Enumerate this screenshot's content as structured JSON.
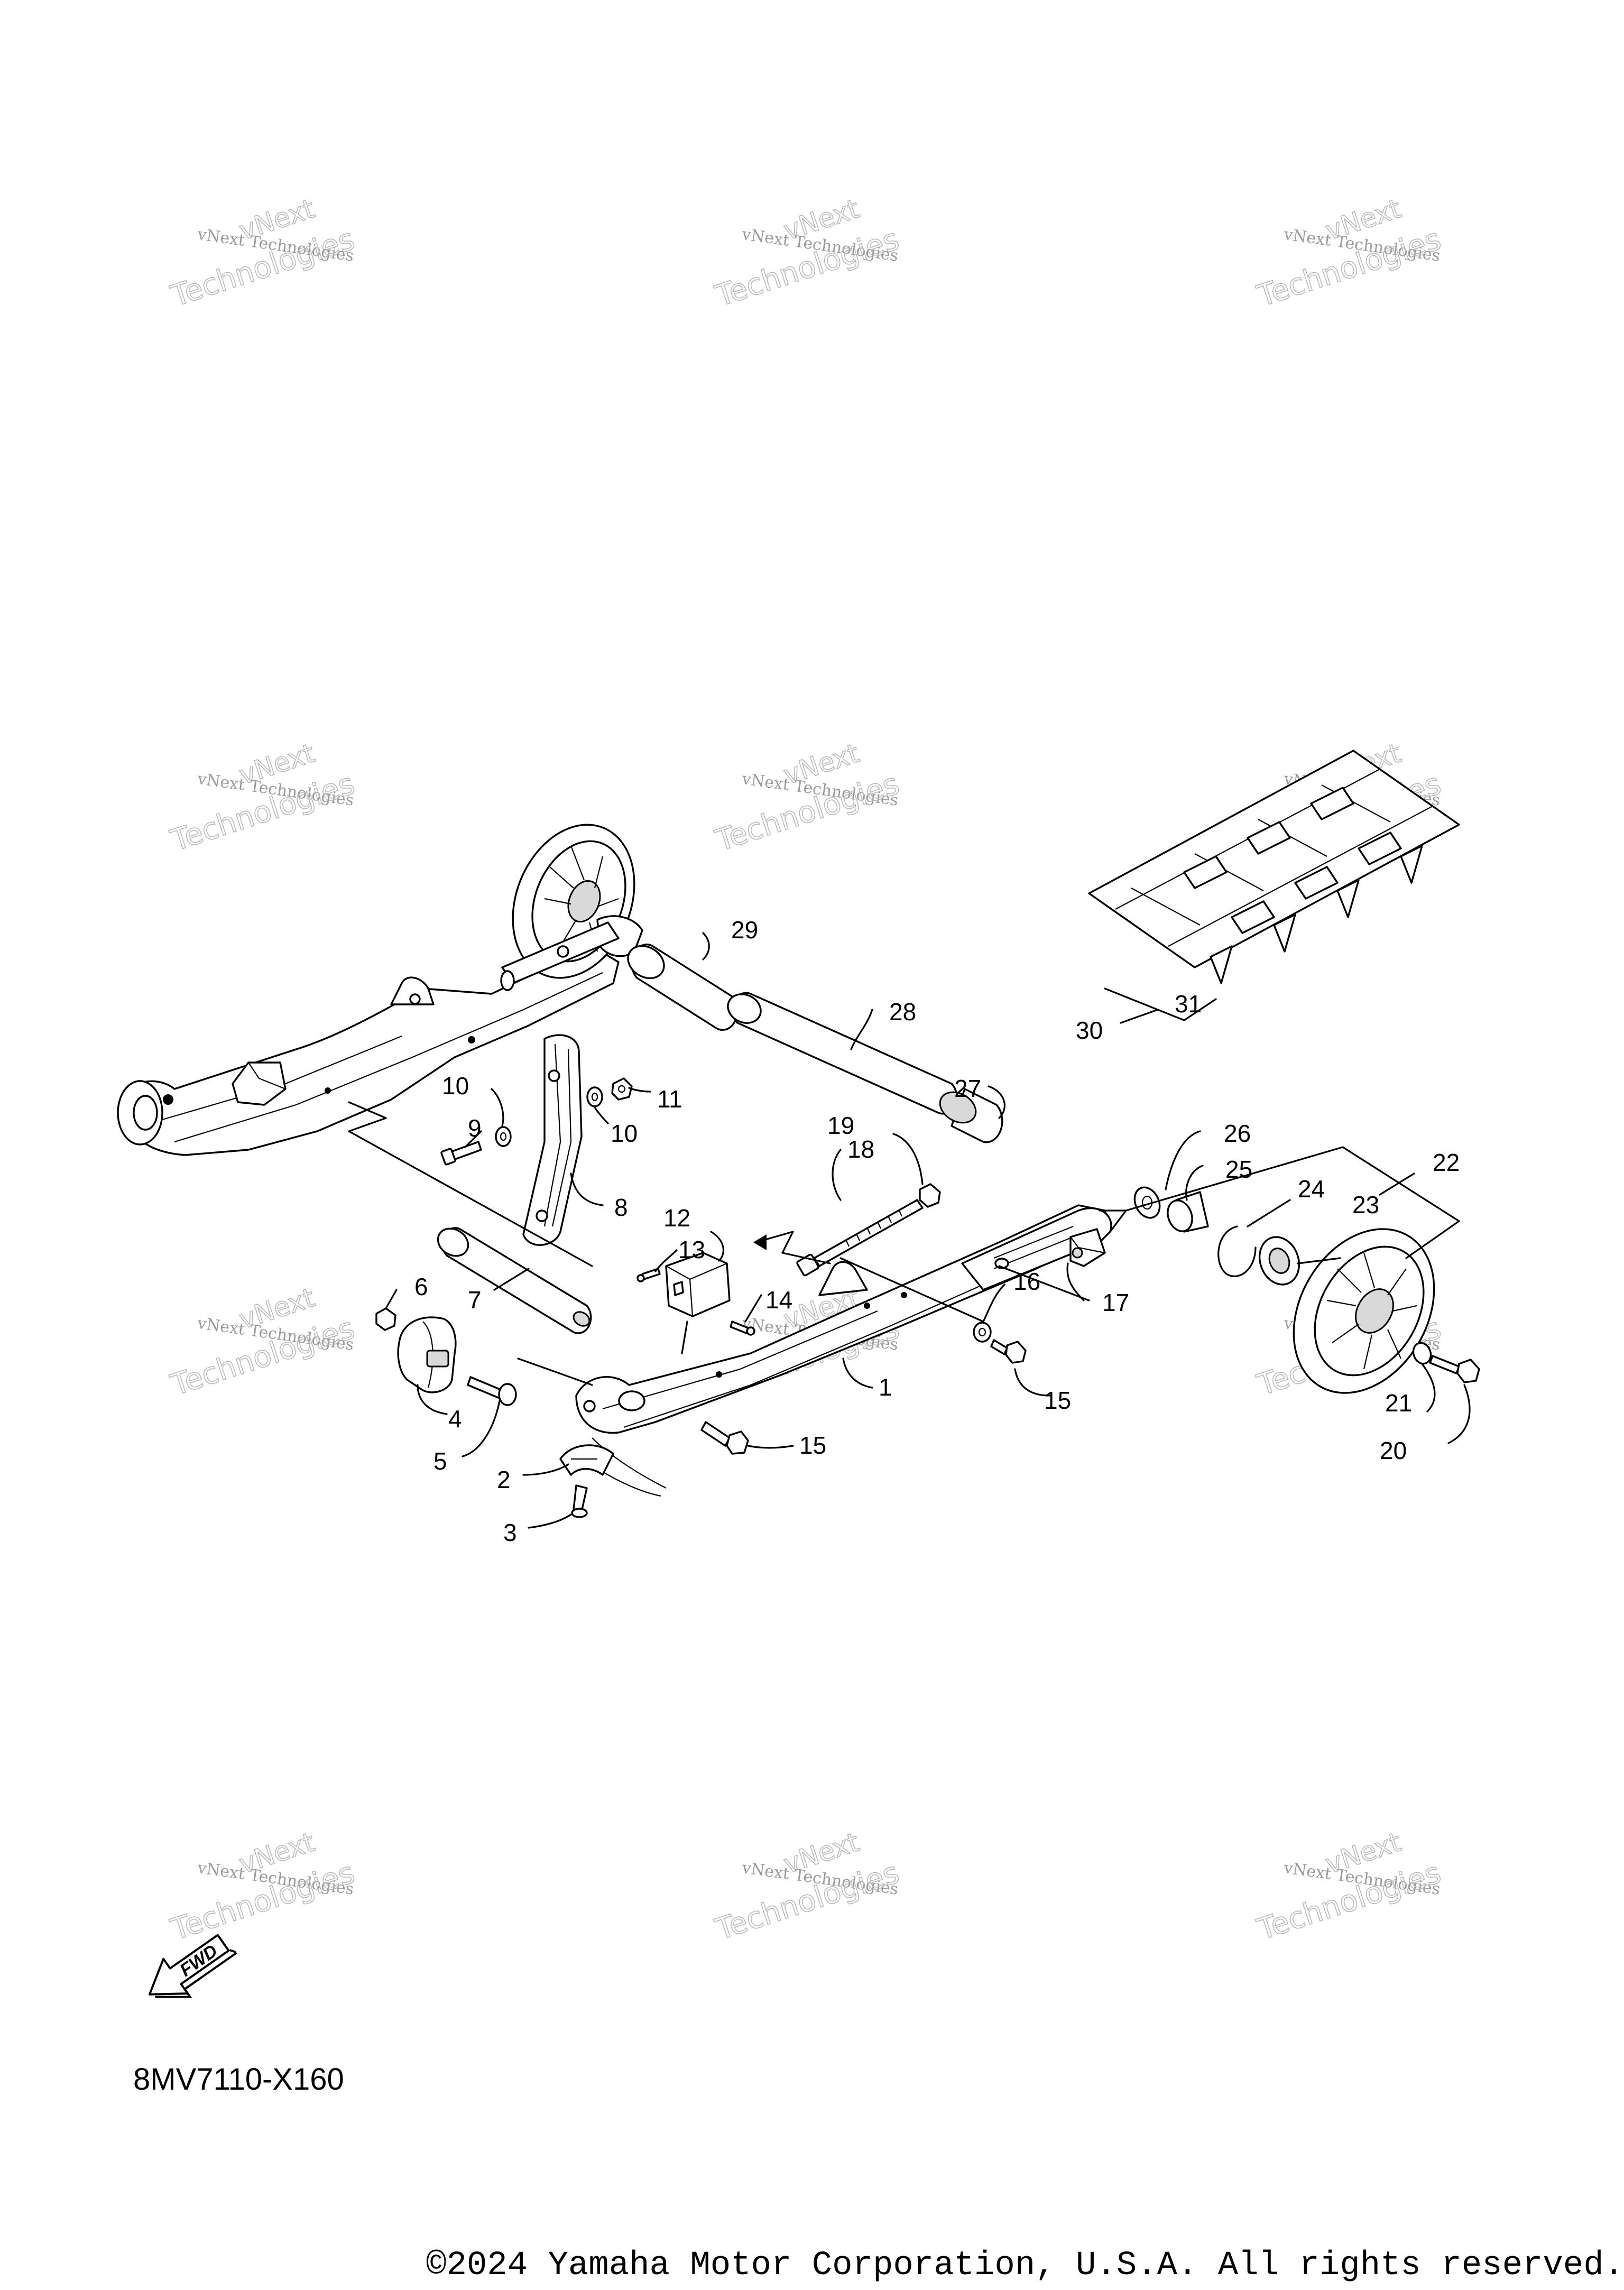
{
  "diagram": {
    "drawing_code": "8MV7110-X160",
    "copyright": "©2024 Yamaha Motor Corporation, U.S.A. All rights reserved.",
    "fwd_label": "FWD",
    "watermark": {
      "line1": "vNext Technologies",
      "line2_top": "vNext",
      "line2_bottom": "Technologies"
    },
    "callouts": [
      "1",
      "2",
      "3",
      "4",
      "5",
      "6",
      "7",
      "8",
      "9",
      "10",
      "10",
      "11",
      "12",
      "13",
      "14",
      "15",
      "15",
      "16",
      "17",
      "18",
      "19",
      "20",
      "21",
      "22",
      "23",
      "24",
      "25",
      "26",
      "27",
      "28",
      "29",
      "30",
      "31"
    ]
  }
}
